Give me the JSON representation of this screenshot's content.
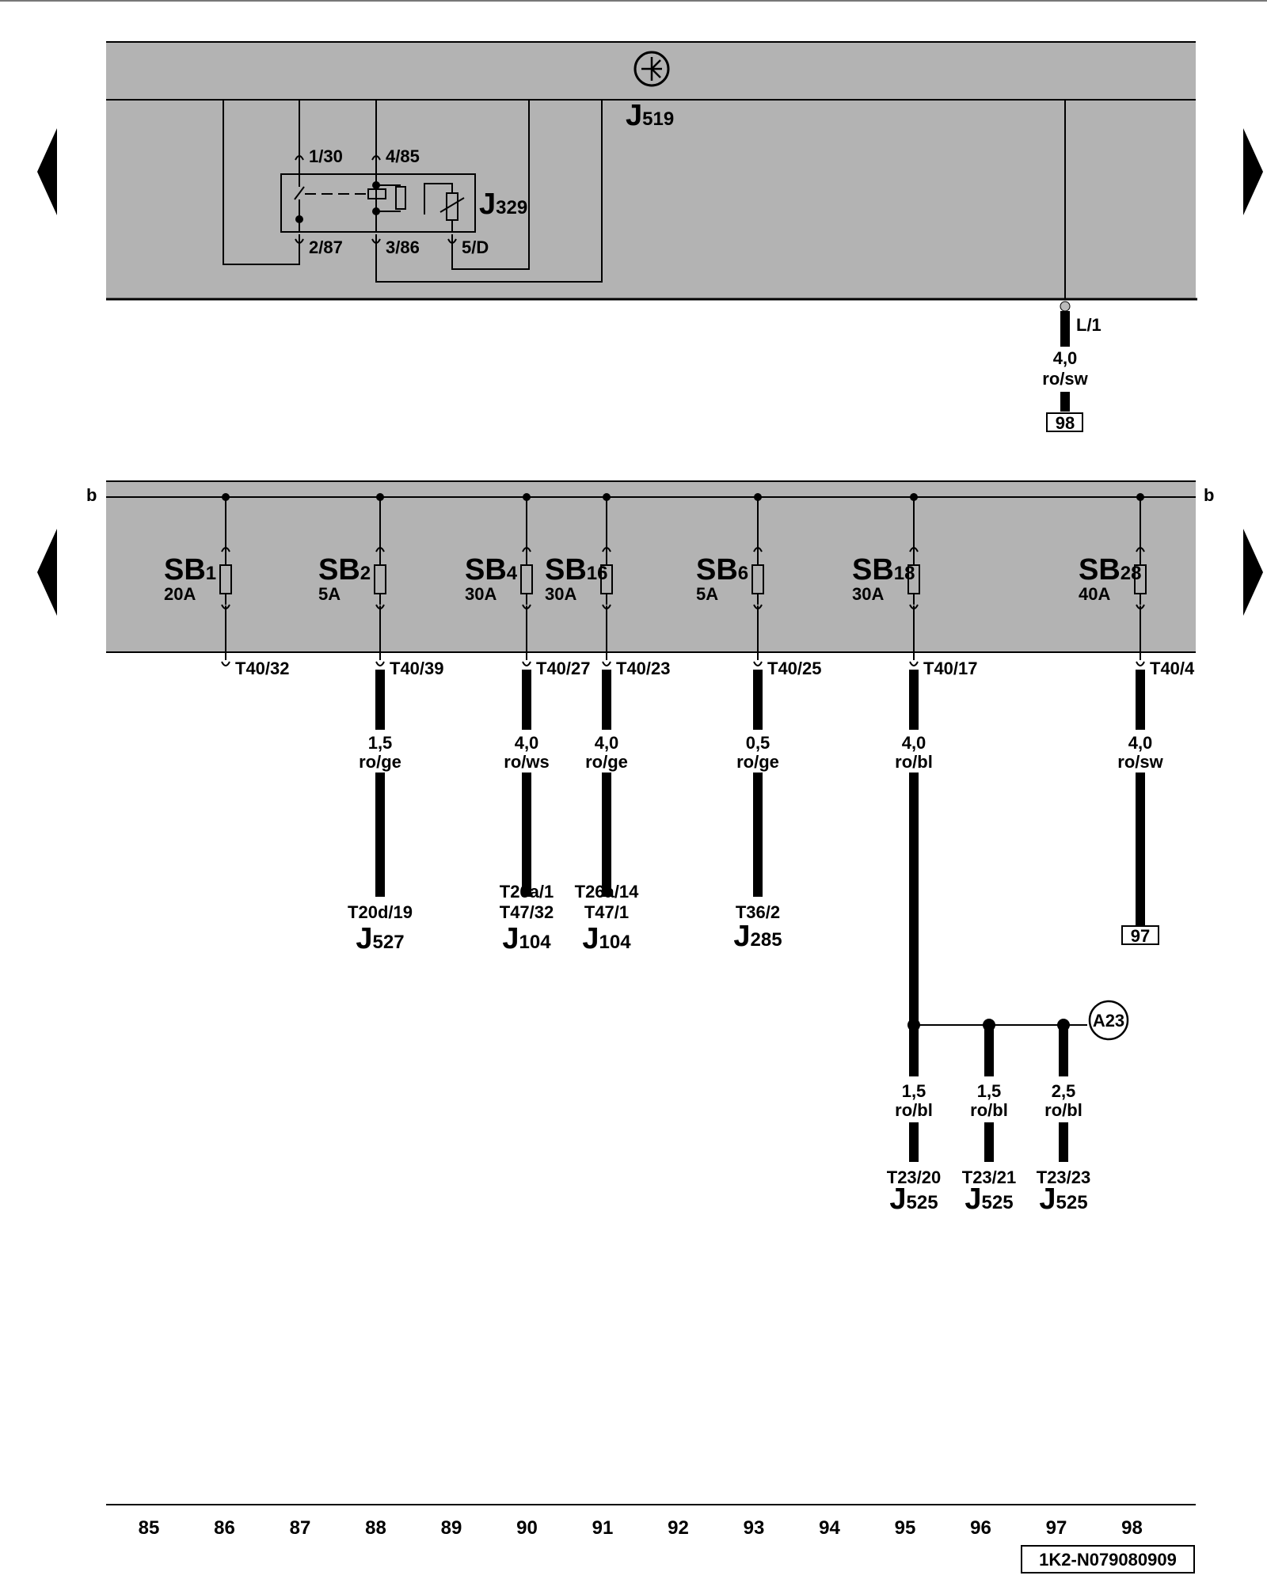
{
  "top_module": {
    "id_main": "J",
    "id_sub": "519",
    "relay": {
      "id_main": "J",
      "id_sub": "329",
      "pins": [
        "1/30",
        "4/85",
        "2/87",
        "3/86",
        "5/D"
      ]
    },
    "output": {
      "pin": "L/1",
      "gauge": "4,0",
      "color": "ro/sw",
      "ref": "98"
    }
  },
  "bus_label": "b",
  "fuses": [
    {
      "id_main": "SB",
      "id_sub": "1",
      "rating": "20A",
      "pin": "T40/32",
      "gauge": "",
      "color": "",
      "targets": [],
      "comp_main": "",
      "comp_sub": "",
      "ref": ""
    },
    {
      "id_main": "SB",
      "id_sub": "2",
      "rating": "5A",
      "pin": "T40/39",
      "gauge": "1,5",
      "color": "ro/ge",
      "targets": [
        "T20d/19"
      ],
      "comp_main": "J",
      "comp_sub": "527",
      "ref": ""
    },
    {
      "id_main": "SB",
      "id_sub": "4",
      "rating": "30A",
      "pin": "T40/27",
      "gauge": "4,0",
      "color": "ro/ws",
      "targets": [
        "T26a/1",
        "T47/32"
      ],
      "comp_main": "J",
      "comp_sub": "104",
      "ref": ""
    },
    {
      "id_main": "SB",
      "id_sub": "16",
      "rating": "30A",
      "pin": "T40/23",
      "gauge": "4,0",
      "color": "ro/ge",
      "targets": [
        "T26a/14",
        "T47/1"
      ],
      "comp_main": "J",
      "comp_sub": "104",
      "ref": ""
    },
    {
      "id_main": "SB",
      "id_sub": "6",
      "rating": "5A",
      "pin": "T40/25",
      "gauge": "0,5",
      "color": "ro/ge",
      "targets": [
        "T36/2"
      ],
      "comp_main": "J",
      "comp_sub": "285",
      "ref": ""
    },
    {
      "id_main": "SB",
      "id_sub": "18",
      "rating": "30A",
      "pin": "T40/17",
      "gauge": "4,0",
      "color": "ro/bl",
      "targets": [],
      "comp_main": "",
      "comp_sub": "",
      "ref": ""
    },
    {
      "id_main": "SB",
      "id_sub": "28",
      "rating": "40A",
      "pin": "T40/4",
      "gauge": "4,0",
      "color": "ro/sw",
      "targets": [],
      "comp_main": "",
      "comp_sub": "",
      "ref": "97"
    }
  ],
  "splice": {
    "label": "A23",
    "branches": [
      {
        "gauge": "1,5",
        "color": "ro/bl",
        "pin": "T23/20",
        "comp_main": "J",
        "comp_sub": "525"
      },
      {
        "gauge": "1,5",
        "color": "ro/bl",
        "pin": "T23/21",
        "comp_main": "J",
        "comp_sub": "525"
      },
      {
        "gauge": "2,5",
        "color": "ro/bl",
        "pin": "T23/23",
        "comp_main": "J",
        "comp_sub": "525"
      }
    ]
  },
  "columns": [
    "85",
    "86",
    "87",
    "88",
    "89",
    "90",
    "91",
    "92",
    "93",
    "94",
    "95",
    "96",
    "97",
    "98"
  ],
  "doc_id": "1K2-N079080909",
  "nav": {
    "prev_icon": "triangle-left-icon",
    "next_icon": "triangle-right-icon"
  }
}
